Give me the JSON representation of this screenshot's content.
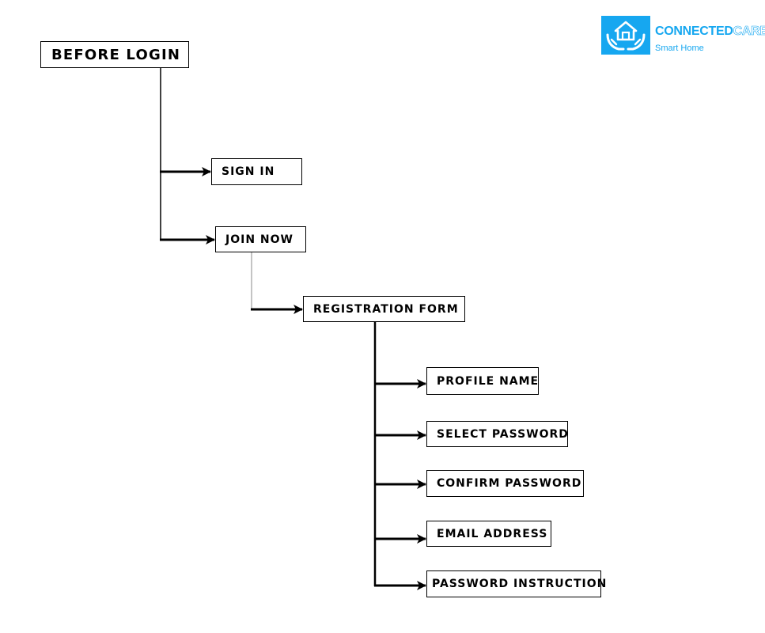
{
  "logo": {
    "brand_part1": "CONNECTED",
    "brand_part2": "CARE",
    "tagline": "Smart Home",
    "brand_color": "#16a7f0",
    "icon": "house-in-hands-icon"
  },
  "nodes": {
    "root": "BEFORE LOGIN",
    "sign_in": "SIGN IN",
    "join_now": "JOIN NOW",
    "registration_form": "REGISTRATION FORM",
    "profile_name": "PROFILE NAME",
    "select_password": "SELECT PASSWORD",
    "confirm_password": "CONFIRM PASSWORD",
    "email_address": "EMAIL ADDRESS",
    "password_instruction": "PASSWORD INSTRUCTION"
  },
  "edges": [
    [
      "root",
      "sign_in"
    ],
    [
      "root",
      "join_now"
    ],
    [
      "join_now",
      "registration_form"
    ],
    [
      "registration_form",
      "profile_name"
    ],
    [
      "registration_form",
      "select_password"
    ],
    [
      "registration_form",
      "confirm_password"
    ],
    [
      "registration_form",
      "email_address"
    ],
    [
      "registration_form",
      "password_instruction"
    ]
  ]
}
